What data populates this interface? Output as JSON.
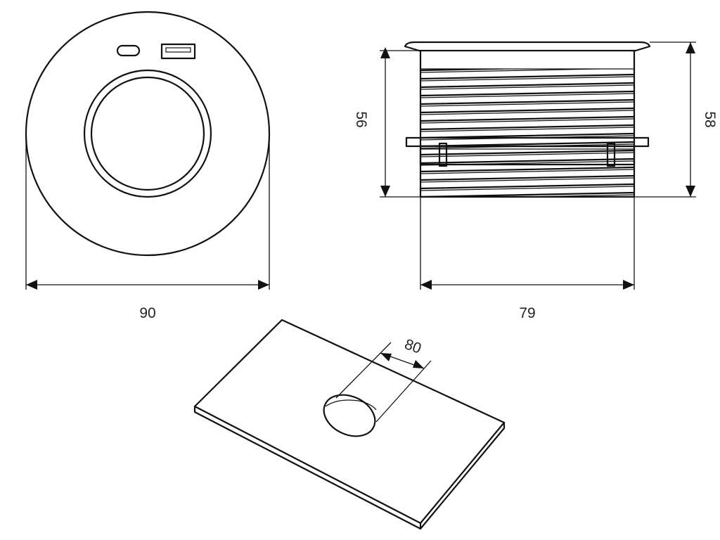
{
  "dimensions": {
    "top_view_diameter": "90",
    "side_view_width": "79",
    "side_view_height_body": "56",
    "side_view_height_total": "58",
    "cutout_diameter": "80"
  },
  "colors": {
    "line": "#111111",
    "background": "#ffffff"
  }
}
